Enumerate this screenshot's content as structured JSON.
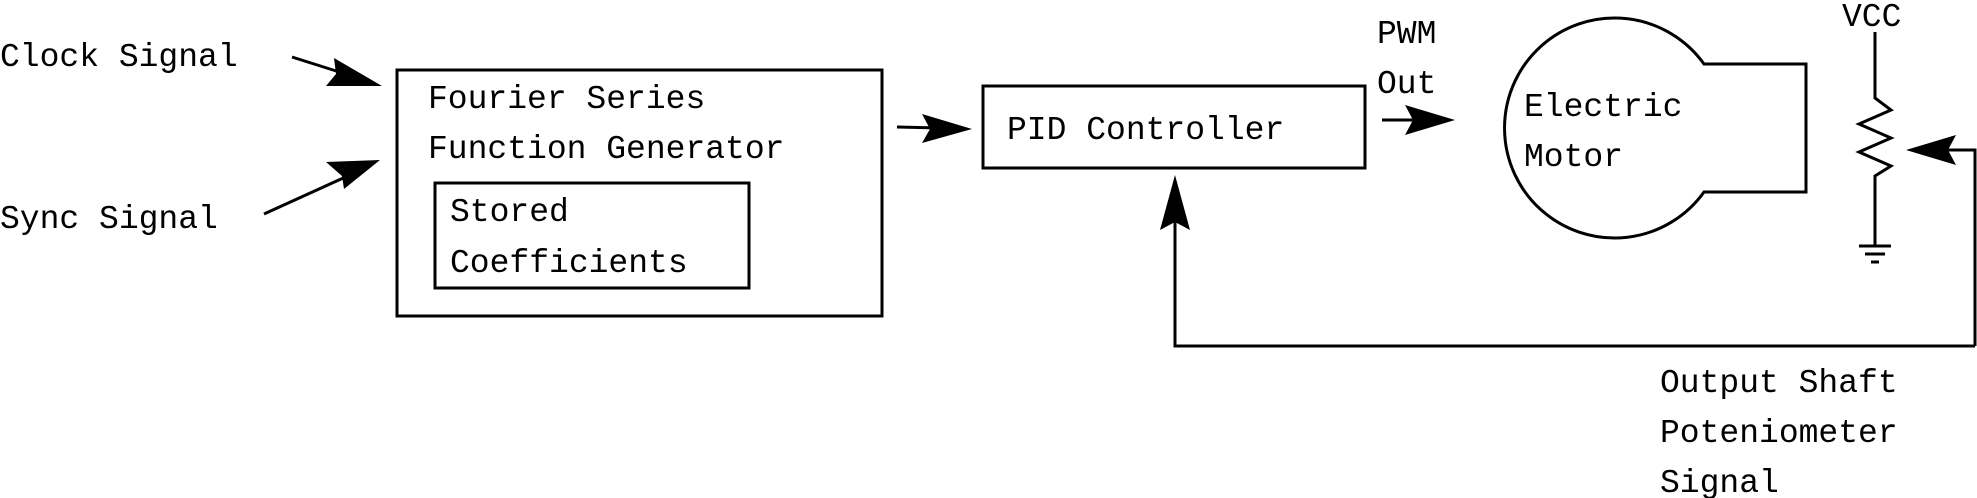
{
  "inputs": {
    "clock_signal": "Clock Signal",
    "sync_signal": "Sync Signal"
  },
  "function_generator": {
    "line1": "Fourier Series",
    "line2": "Function Generator",
    "stored": {
      "line1": "Stored",
      "line2": "Coefficients"
    }
  },
  "pid_controller": {
    "label": "PID Controller"
  },
  "pwm": {
    "line1": "PWM",
    "line2": "Out"
  },
  "motor": {
    "line1": "Electric",
    "line2": "Motor"
  },
  "supply": {
    "label": "VCC"
  },
  "feedback": {
    "line1": "Output Shaft",
    "line2": "Poteniometer",
    "line3": "Signal"
  }
}
